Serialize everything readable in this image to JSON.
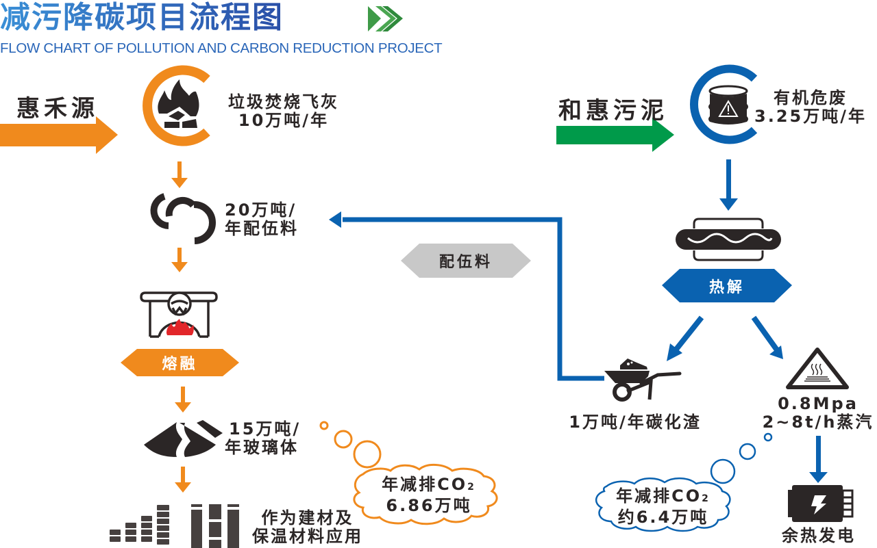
{
  "header": {
    "title": "减污降碳项目流程图",
    "subtitle": "FLOW CHART OF POLLUTION AND CARBON REDUCTION PROJECT",
    "title_icon": "double-chevron-right-icon"
  },
  "colors": {
    "orange": "#f08a1d",
    "blue": "#0a62b0",
    "green": "#009a4a",
    "dark": "#2b2626",
    "gray_tag": "#c8c8c8",
    "flame_red": "#e2262a"
  },
  "left_flow": {
    "source": "惠禾源",
    "input_icon": "fire-coal-icon",
    "input_line1": "垃圾焚烧飞灰",
    "input_line2": "10万吨/年",
    "mix_icon": "link-swirl-icon",
    "mix_line1": "20万吨/",
    "mix_line2": "年配伍料",
    "furnace_icon": "furnace-icon",
    "process_tag": "熔融",
    "glass_icon": "glass-pile-icon",
    "glass_line1": "15万吨/",
    "glass_line2": "年玻璃体",
    "building_icon": "building-blocks-icon",
    "use_line1": "作为建材及",
    "use_line2": "保温材料应用",
    "cloud_line1_prefix": "年减排CO",
    "cloud_line1_sub": "2",
    "cloud_line2": "6.86万吨"
  },
  "middle": {
    "feed_tag": "配伍料"
  },
  "right_flow": {
    "source": "和惠污泥",
    "input_icon": "hazard-barrel-icon",
    "input_line1": "有机危废",
    "input_line2": "3.25万吨/年",
    "pyro_icon": "hotdog-heater-icon",
    "process_tag": "热解",
    "slag_icon": "wheelbarrow-icon",
    "slag_label": "1万吨/年碳化渣",
    "steam_icon": "hot-surface-warning-icon",
    "steam_line1": "0.8Mpa",
    "steam_line2": "2~8t/h蒸汽",
    "power_icon": "battery-power-icon",
    "power_label": "余热发电",
    "cloud_line1_prefix": "年减排CO",
    "cloud_line1_sub": "2",
    "cloud_line2": "约6.4万吨"
  }
}
